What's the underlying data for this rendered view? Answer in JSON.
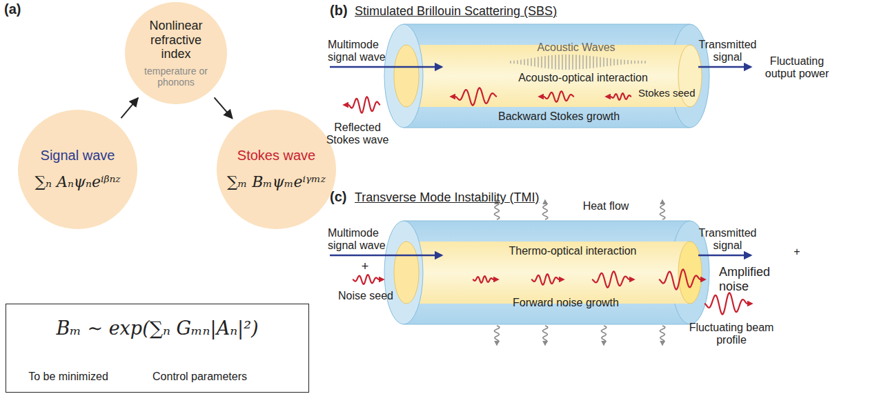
{
  "diagram": {
    "nodes": [
      {
        "text": [
          "Nonlinear refractive index",
          "temperature or phonons"
        ]
      },
      {
        "text": [
          "Signal wave",
          "∑ₙ Aₙψₙeⁱᵝⁿᶻ"
        ]
      },
      {
        "text": [
          "Stokes wave",
          "∑ₘ Bₘψₘeⁱᵞᵐᶻ"
        ]
      },
      {
        "text": [
          "Bₘ ∼ exp(∑ₙ Gₘₙ|Aₙ|²)"
        ]
      }
    ],
    "edges": [
      {
        "from": 1,
        "to": 0,
        "arrow": "to"
      },
      {
        "from": 0,
        "to": 2,
        "arrow": "to"
      }
    ],
    "labels": [
      "(a)",
      "To be minimized",
      "Control parameters",
      "(b)",
      "Stimulated Brillouin Scattering (SBS)",
      "Multimode signal wave",
      "Acoustic Waves",
      "Acousto-optical interaction",
      "Stokes seed",
      "Backward Stokes growth",
      "Reflected Stokes wave",
      "Transmitted signal",
      "Fluctuating output power",
      "(c)",
      "Transverse Mode Instability (TMI)",
      "Heat flow",
      "Multimode signal wave",
      "+",
      "Noise seed",
      "Thermo-optical interaction",
      "Forward noise growth",
      "Transmitted signal",
      "+",
      "Amplified noise",
      "Fluctuating beam profile"
    ]
  }
}
